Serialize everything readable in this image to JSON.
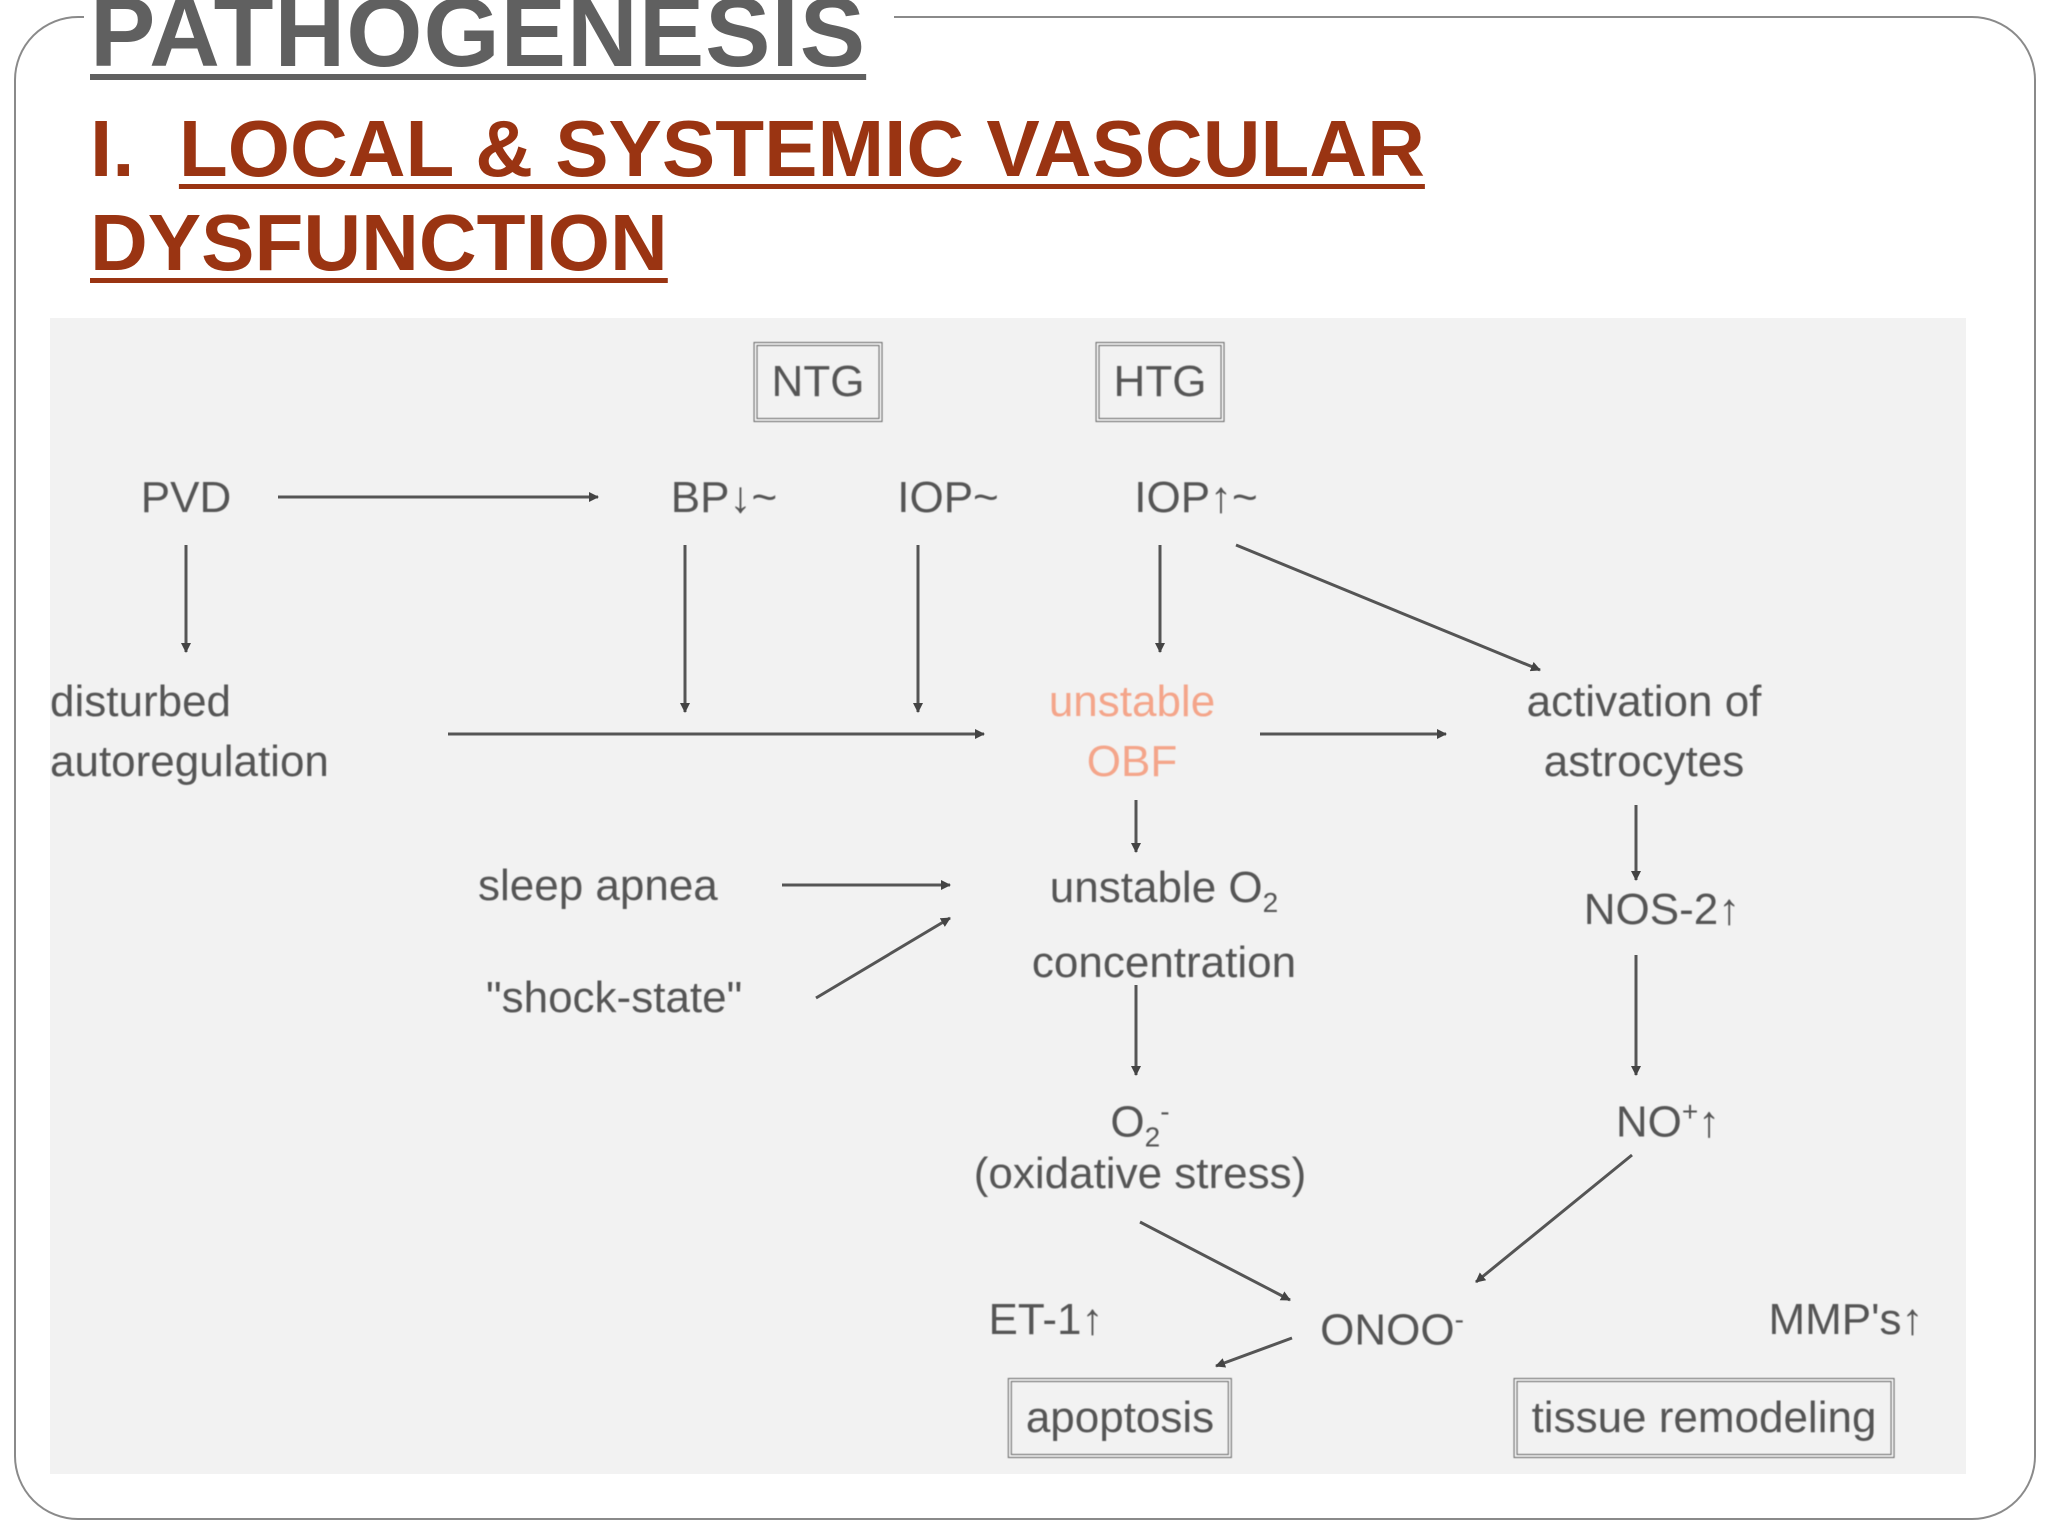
{
  "slide": {
    "title": "PATHOGENESIS",
    "subtitle_number": "I.",
    "subtitle_line1": "LOCAL & SYSTEMIC VASCULAR",
    "subtitle_line2": "DYSFUNCTION"
  },
  "diagram": {
    "ntg": "NTG",
    "htg": "HTG",
    "pvd": "PVD",
    "bp": "BP↓~",
    "iop_ntg": "IOP~",
    "iop_htg": "IOP↑~",
    "disturbed_line1": "disturbed",
    "disturbed_line2": "autoregulation",
    "unstable_line1": "unstable",
    "unstable_line2": "OBF",
    "activation_line1": "activation of",
    "activation_line2": "astrocytes",
    "sleep_apnea": "sleep apnea",
    "shock_state": "\"shock-state\"",
    "o2_line1": "unstable O",
    "o2_line1_sub": "2",
    "o2_line2": "concentration",
    "nos": "NOS-2↑",
    "superoxide": "O",
    "superoxide_sub": "2",
    "superoxide_sup": "-",
    "oxidative": "(oxidative stress)",
    "no": "NO",
    "no_sup": "+",
    "no_arrow": "↑",
    "et": "ET-1↑",
    "onoo": "ONOO",
    "onoo_sup": "-",
    "mmps": "MMP's↑",
    "apoptosis": "apoptosis",
    "tissue": "tissue remodeling"
  }
}
